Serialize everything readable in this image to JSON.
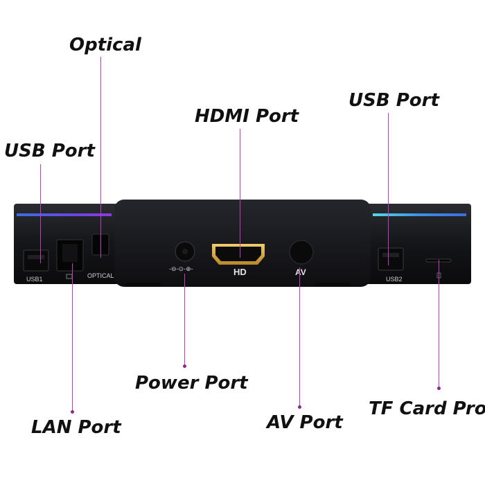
{
  "callouts": {
    "optical": "Optical",
    "usb_left": "USB Port",
    "hdmi": "HDMI Port",
    "usb_right": "USB Port",
    "power": "Power Port",
    "lan": "LAN Port",
    "av": "AV Port",
    "tf_card": "TF Card Prot"
  },
  "device_labels": {
    "usb1": "USB1",
    "optical": "OPTICAL",
    "hd": "HD",
    "av": "AV",
    "usb2": "USB2",
    "power_symbol": "-⊖-⊙-⊕-"
  },
  "colors": {
    "leader_line": "#c43ac4",
    "hdmi_gold": "#d8a93a",
    "led_blue": "#3b6fe0",
    "led_purple": "#8a3be0",
    "led_cyan": "#56d8e8",
    "device_body": "#1a1b1f"
  }
}
